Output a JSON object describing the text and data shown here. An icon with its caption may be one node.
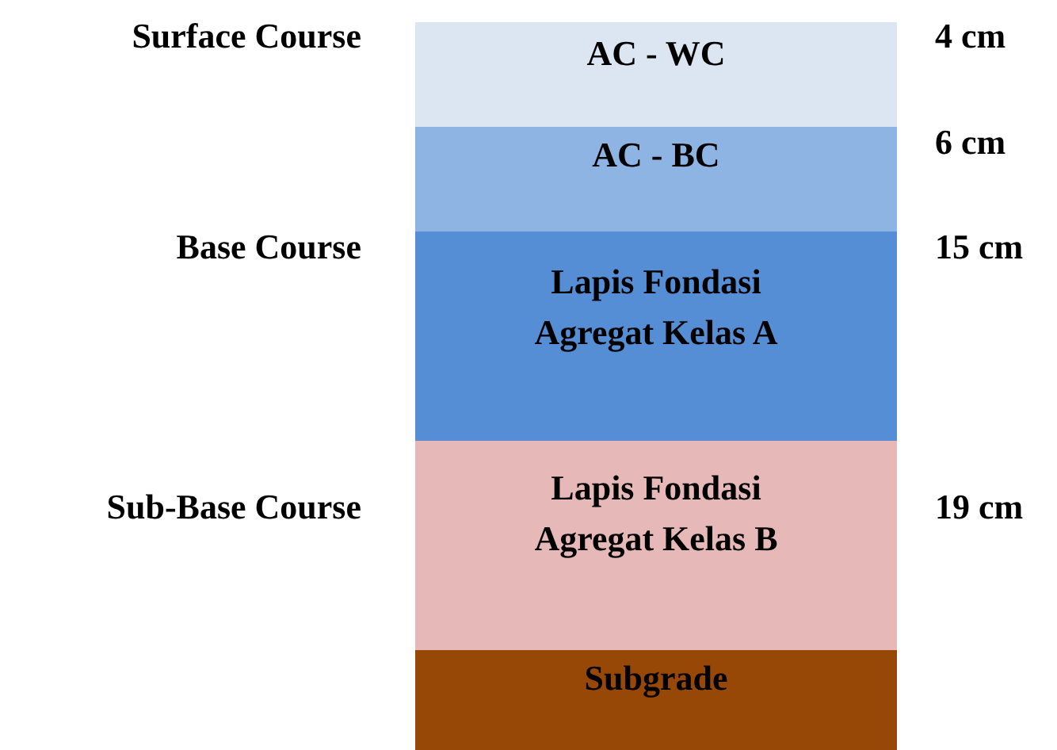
{
  "diagram": {
    "nodes": [
      {
        "text": [
          "AC - WC"
        ]
      },
      {
        "text": [
          "AC - BC"
        ]
      },
      {
        "text": [
          "Lapis Fondasi Agregat Kelas A"
        ]
      },
      {
        "text": [
          "Lapis Fondasi Agregat Kelas B"
        ]
      },
      {
        "text": [
          "Subgrade"
        ]
      }
    ],
    "labels": [
      "Surface Course",
      "4 cm",
      "6 cm",
      "Base Course",
      "15 cm",
      "Sub-Base Course",
      "19 cm"
    ]
  }
}
